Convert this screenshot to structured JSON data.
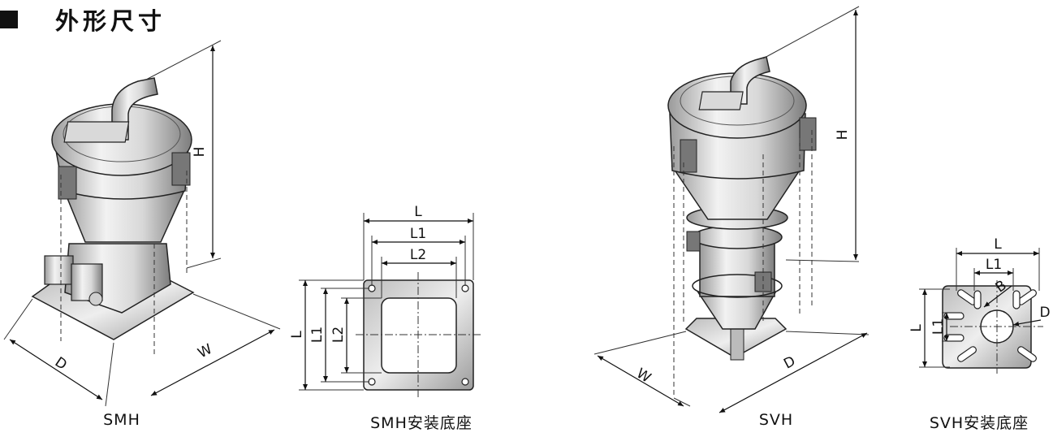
{
  "heading": {
    "title": "外形尺寸"
  },
  "figures": {
    "smh": {
      "caption": "SMH",
      "dims": {
        "h": "H",
        "w": "W",
        "d": "D"
      }
    },
    "smh_base": {
      "caption": "SMH安装底座",
      "dims": {
        "l": "L",
        "l1": "L1",
        "l2": "L2"
      }
    },
    "svh": {
      "caption": "SVH",
      "dims": {
        "h": "H",
        "w": "W",
        "d": "D"
      }
    },
    "svh_base": {
      "caption": "SVH安装底座",
      "dims": {
        "l": "L",
        "l1": "L1",
        "b": "B",
        "d": "D"
      }
    }
  }
}
